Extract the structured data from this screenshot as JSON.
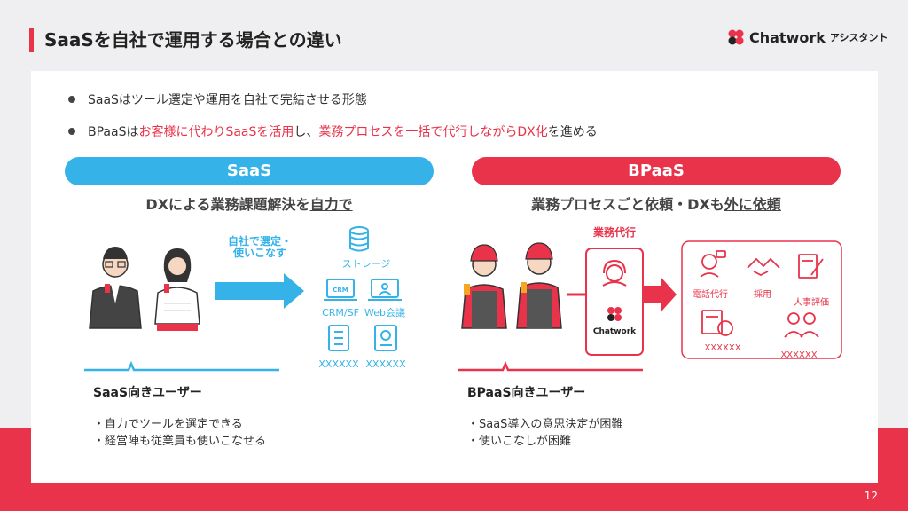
{
  "slide": {
    "title": "SaaSを自社で運用する場合との違い",
    "page_number": "12"
  },
  "logo": {
    "name": "Chatwork",
    "sub": "アシスタント"
  },
  "bullets": {
    "b1": "SaaSはツール選定や運用を自社で完結させる形態",
    "b2_pre": "BPaaSは",
    "b2_hl1": "お客様に代わりSaaSを活用",
    "b2_mid": "し、",
    "b2_hl2": "業務プロセスを一括で代行しながらDX化",
    "b2_post": "を進める"
  },
  "saas": {
    "pill": "SaaS",
    "sub_pre": "DXによる業務課題解決を",
    "sub_ul": "自力で",
    "arrow_label": "自社で選定・\n使いこなす",
    "tools": [
      "ストレージ",
      "CRM/SF",
      "Web会議",
      "XXXXXX",
      "XXXXXX"
    ],
    "crm_text": "CRM",
    "user_heading": "SaaS向きユーザー",
    "user_items": [
      "・自力でツールを選定できる",
      "・経営陣も従業員も使いこなせる"
    ]
  },
  "bpaas": {
    "pill": "BPaaS",
    "sub_pre": "業務プロセスごと依頼・DXも",
    "sub_ul": "外に依頼",
    "proxy_label": "業務代行",
    "chatwork_label": "Chatwork",
    "services": [
      "電話代行",
      "採用",
      "人事評価",
      "XXXXXX",
      "XXXXXX"
    ],
    "user_heading": "BPaaS向きユーザー",
    "user_items": [
      "・SaaS導入の意思決定が困難",
      "・使いこなしが困難"
    ]
  },
  "colors": {
    "accent_red": "#e8334a",
    "accent_blue": "#35b3e8"
  }
}
